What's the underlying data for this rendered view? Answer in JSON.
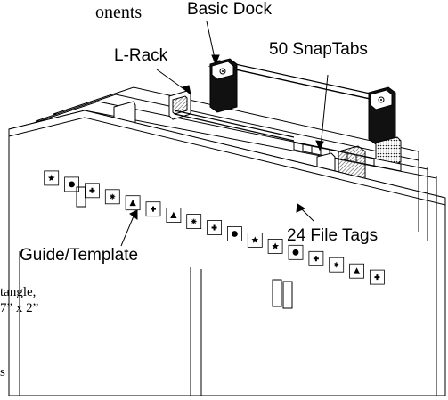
{
  "text": {
    "components_partial": "onents",
    "basic_dock": "Basic Dock",
    "l_rack": "L-Rack",
    "snaptabs": "50 SnapTabs",
    "file_tags": "24 File Tags",
    "guide_template": "Guide/Template",
    "rectangle_partial": "tangle,",
    "dimension_partial": "7” x 2”",
    "bottom_partial": "s"
  },
  "colors": {
    "line": "#000000",
    "background": "#ffffff",
    "hatch": "#555555"
  },
  "tag_symbols": [
    "star",
    "circle",
    "plus",
    "asterisk",
    "triangle",
    "plus",
    "triangle",
    "asterisk",
    "plus",
    "circle",
    "star",
    "star",
    "circle",
    "plus",
    "asterisk",
    "triangle",
    "plus"
  ]
}
